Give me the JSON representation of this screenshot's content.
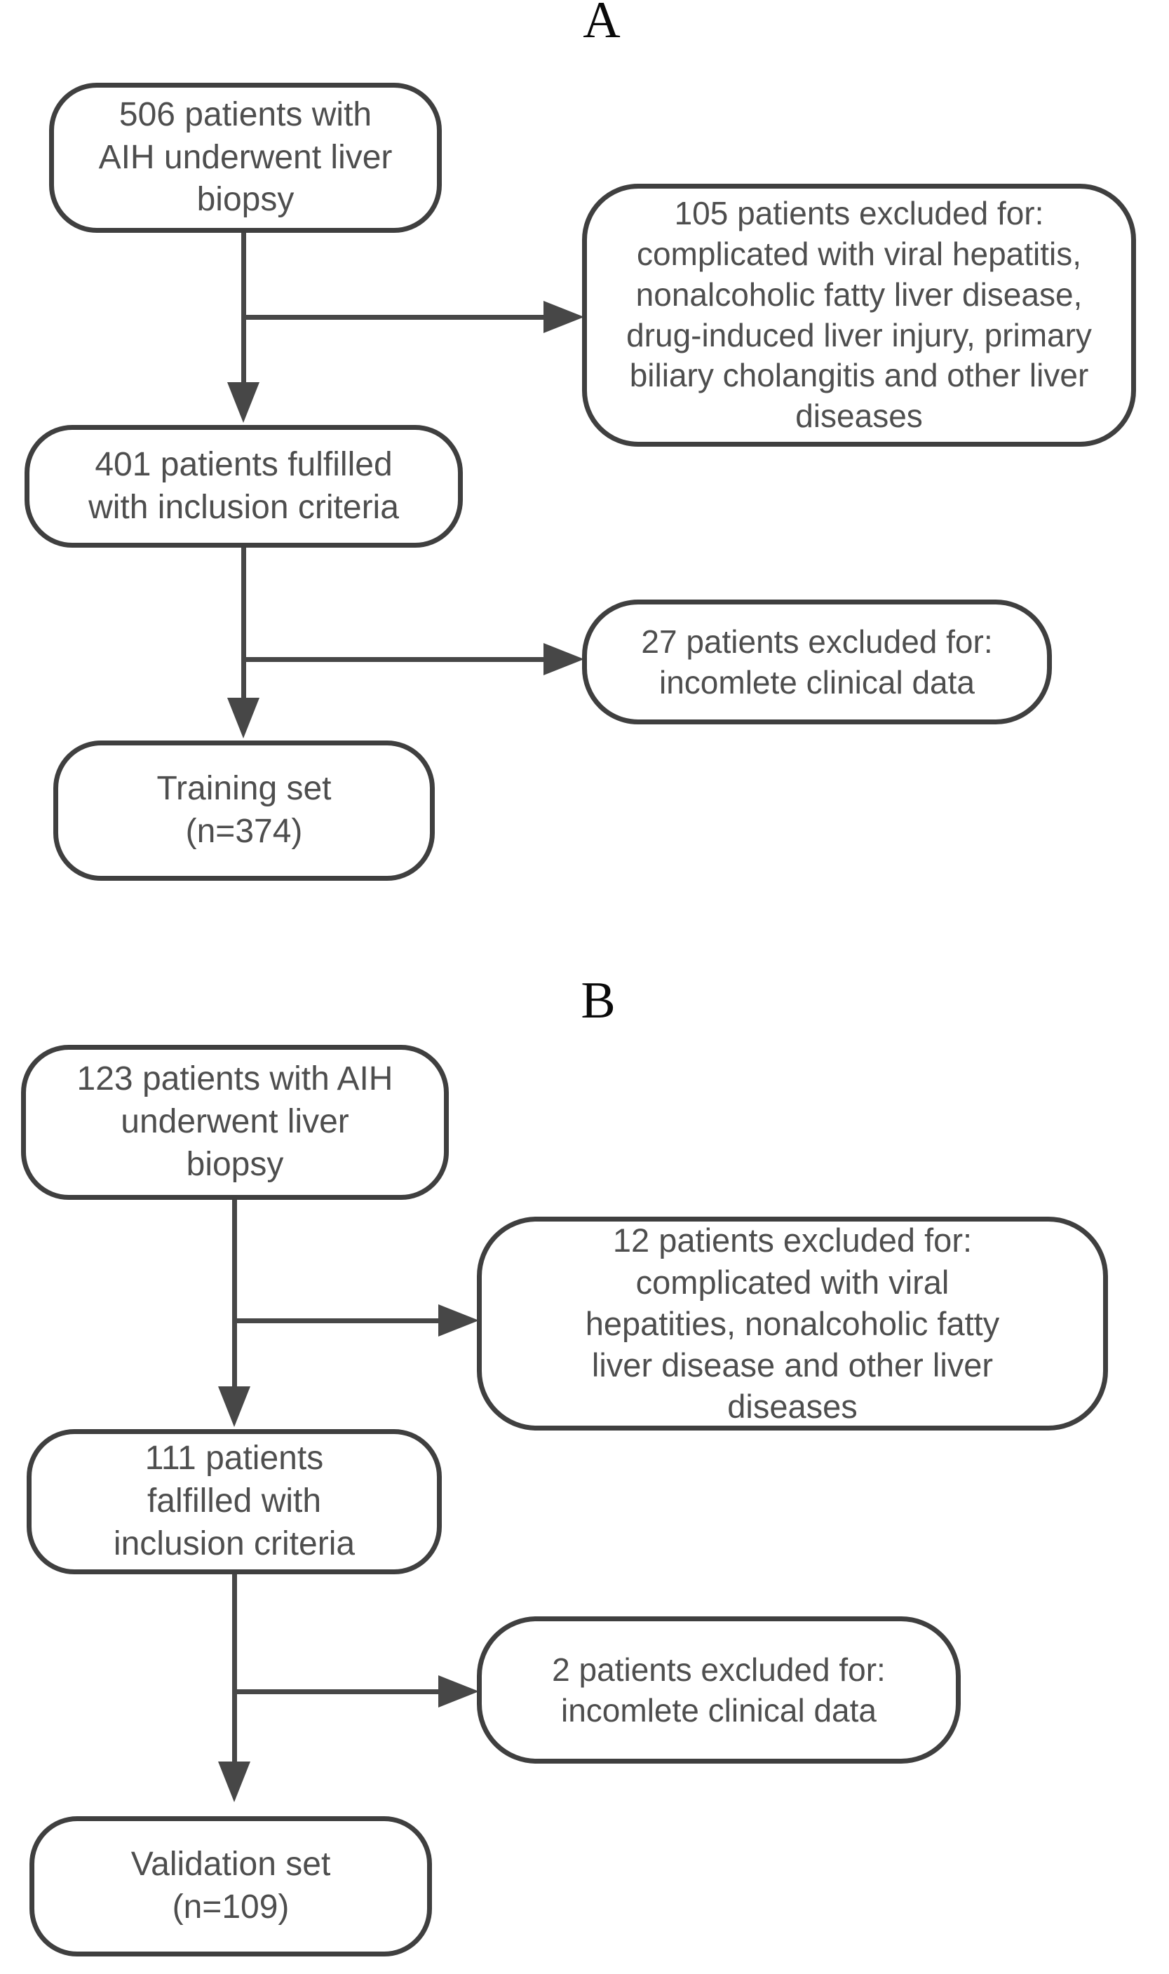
{
  "figure": {
    "panel_a": {
      "label": "A",
      "source_box": "506 patients with\nAIH underwent liver\nbiopsy",
      "excluded_box_1": "105 patients excluded for:\ncomplicated with viral hepatitis,\nnonalcoholic fatty liver disease,\ndrug-induced liver injury, primary\nbiliary cholangitis and other liver\ndiseases",
      "inclusion_box": "401 patients fulfilled\nwith inclusion criteria",
      "excluded_box_2": "27 patients excluded for:\nincomlete clinical data",
      "result_box": "Training set\n(n=374)"
    },
    "panel_b": {
      "label": "B",
      "source_box": "123 patients with AIH\nunderwent liver\nbiopsy",
      "excluded_box_1": "12 patients excluded for:\ncomplicated with viral\nhepatities, nonalcoholic fatty\nliver disease and other liver\ndiseases",
      "inclusion_box": "111 patients\nfalfilled with\ninclusion criteria",
      "excluded_box_2": "2 patients excluded for:\nincomlete clinical data",
      "result_box": "Validation set\n(n=109)"
    },
    "colors": {
      "box_border": "#3f3f3f",
      "text": "#4e4e4e",
      "connector": "#474747",
      "label_text": "#0a0a0a",
      "background": "#ffffff"
    }
  }
}
